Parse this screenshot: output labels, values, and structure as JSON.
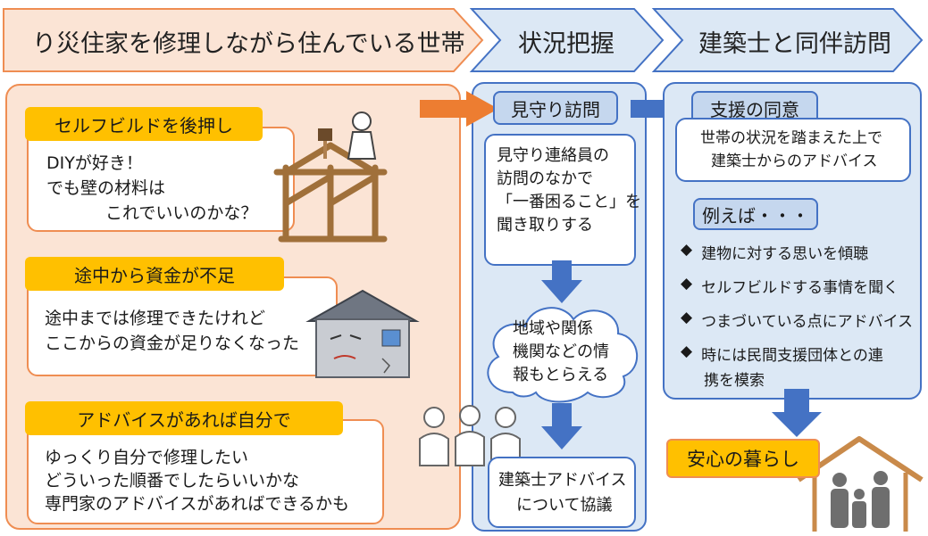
{
  "header": {
    "step1": "り災住家を修理しながら住んでいる世帯",
    "step2": "状況把握",
    "step3": "建築士と同伴訪問"
  },
  "left": {
    "case1": {
      "tag": "セルフビルドを後押し",
      "line1": "DIYが好き！",
      "line2": "でも壁の材料は",
      "line3": "これでいいのかな？"
    },
    "case2": {
      "tag": "途中から資金が不足",
      "line1": "途中までは修理できたけれど",
      "line2": "ここからの資金が足りなくなった"
    },
    "case3": {
      "tag": "アドバイスがあれば自分で",
      "line1": "ゆっくり自分で修理したい",
      "line2": "どういった順番でしたらいいかな",
      "line3": "専門家のアドバイスがあればできるかも"
    }
  },
  "middle": {
    "tag": "見守り訪問",
    "box_line1": "見守り連絡員の",
    "box_line2": "訪問のなかで",
    "box_line3": "「一番困ること」を",
    "box_line4": "聞き取りする",
    "cloud_line1": "地域や関係",
    "cloud_line2": "機関などの情",
    "cloud_line3": "報もとらえる",
    "bottom_line1": "建築士アドバイス",
    "bottom_line2": "について協議"
  },
  "right": {
    "tag": "支援の同意",
    "box_line1": "世帯の状況を踏まえた上で",
    "box_line2": "建築士からのアドバイス",
    "example_tag": "例えば・・・",
    "bullet_mark": "◆",
    "bullets": [
      "建物に対する思いを傾聴",
      "セルフビルドする事情を聞く",
      "つまづいている点にアドバイス",
      "時には民間支援団体との連",
      "携を模索"
    ],
    "result": "安心の暮らし"
  },
  "colors": {
    "orange_accent": "#ef8d52",
    "orange_light": "#fbe4d5",
    "blue_accent": "#4472c4",
    "blue_light": "#dce8f5",
    "tag_yellow": "#ffc000"
  }
}
